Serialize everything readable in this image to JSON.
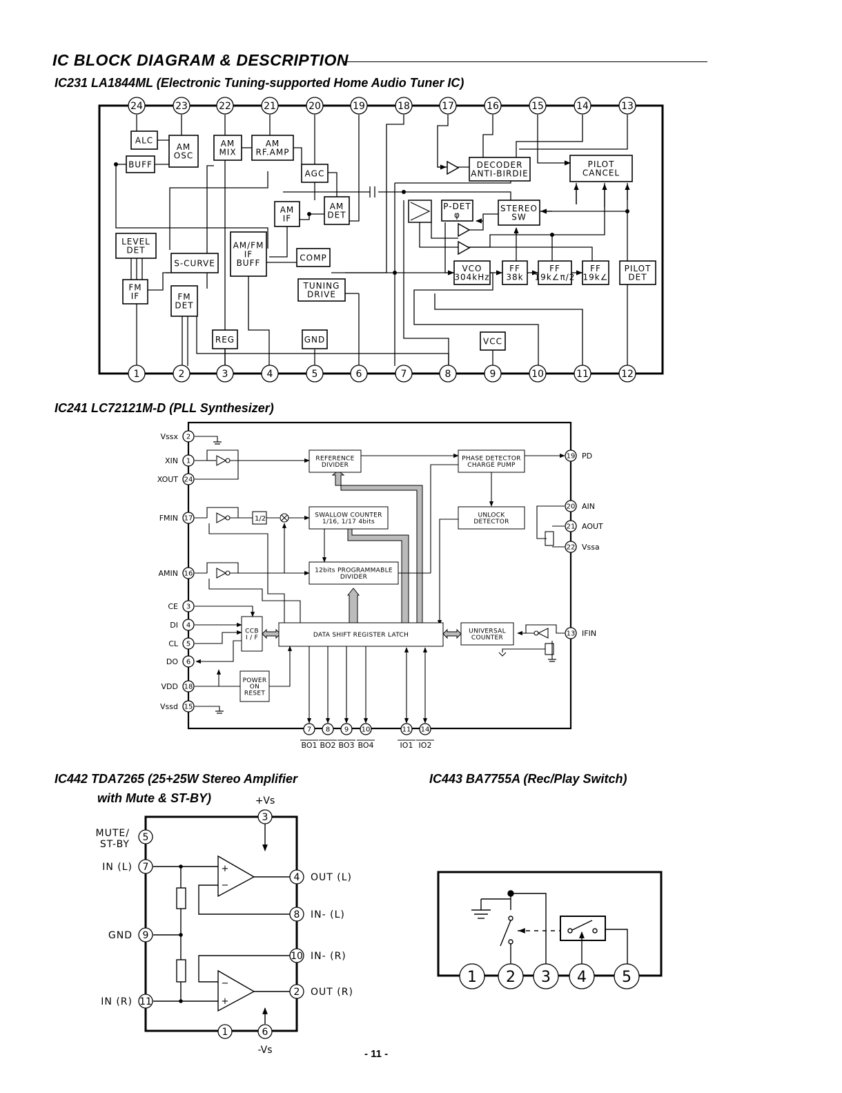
{
  "page": {
    "title": "IC BLOCK DIAGRAM & DESCRIPTION",
    "page_number": "- 11 -"
  },
  "ic231": {
    "heading": "IC231  LA1844ML  (Electronic Tuning-supported Home Audio Tuner IC)",
    "top_pins": [
      "24",
      "23",
      "22",
      "21",
      "20",
      "19",
      "18",
      "17",
      "16",
      "15",
      "14",
      "13"
    ],
    "bottom_pins": [
      "1",
      "2",
      "3",
      "4",
      "5",
      "6",
      "7",
      "8",
      "9",
      "10",
      "11",
      "12"
    ],
    "blocks": {
      "alc": [
        "ALC"
      ],
      "am_osc": [
        "AM",
        "OSC"
      ],
      "buff": [
        "BUFF"
      ],
      "am_mix": [
        "AM",
        "MIX"
      ],
      "am_rf_amp": [
        "AM",
        "RF.AMP"
      ],
      "agc": [
        "AGC"
      ],
      "am_if": [
        "AM",
        "IF"
      ],
      "am_det": [
        "AM",
        "DET"
      ],
      "decoder": [
        "DECODER",
        "ANTI-BIRDIE"
      ],
      "pilot_cancel": [
        "PILOT",
        "CANCEL"
      ],
      "p_det": [
        "P-DET",
        "φ"
      ],
      "stereo_sw": [
        "STEREO",
        "SW"
      ],
      "level_det": [
        "LEVEL",
        "DET"
      ],
      "s_curve": [
        "S-CURVE"
      ],
      "am_fm_if_buff": [
        "AM/FM",
        "IF",
        "BUFF"
      ],
      "comp": [
        "COMP"
      ],
      "tuning_drive": [
        "TUNING",
        "DRIVE"
      ],
      "fm_if": [
        "FM",
        "IF"
      ],
      "fm_det": [
        "FM",
        "DET"
      ],
      "vco": [
        "VCO",
        "304kHz"
      ],
      "ff38": [
        "FF",
        "38k"
      ],
      "ff19a": [
        "FF",
        "19k∠π/2"
      ],
      "ff19b": [
        "FF",
        "19k∠"
      ],
      "pilot_det": [
        "PILOT",
        "DET"
      ],
      "reg": [
        "REG"
      ],
      "gnd": [
        "GND"
      ],
      "vcc": [
        "VCC"
      ]
    }
  },
  "ic241": {
    "heading": "IC241  LC72121M-D  (PLL Synthesizer)",
    "left_pins": [
      {
        "name": "Vssx",
        "num": "2"
      },
      {
        "name": "XIN",
        "num": "1"
      },
      {
        "name": "XOUT",
        "num": "24"
      },
      {
        "name": "FMIN",
        "num": "17"
      },
      {
        "name": "AMIN",
        "num": "16"
      },
      {
        "name": "CE",
        "num": "3"
      },
      {
        "name": "DI",
        "num": "4"
      },
      {
        "name": "CL",
        "num": "5"
      },
      {
        "name": "DO",
        "num": "6"
      },
      {
        "name": "VDD",
        "num": "18"
      },
      {
        "name": "Vssd",
        "num": "15"
      }
    ],
    "right_pins": [
      {
        "name": "PD",
        "num": "19"
      },
      {
        "name": "AIN",
        "num": "20"
      },
      {
        "name": "AOUT",
        "num": "21"
      },
      {
        "name": "Vssa",
        "num": "22"
      },
      {
        "name": "IFIN",
        "num": "13"
      }
    ],
    "bottom_pins": [
      {
        "num": "7",
        "name": "BO1"
      },
      {
        "num": "8",
        "name": "BO2"
      },
      {
        "num": "9",
        "name": "BO3"
      },
      {
        "num": "10",
        "name": "BO4"
      },
      {
        "num": "11",
        "name": "IO1"
      },
      {
        "num": "14",
        "name": "IO2"
      }
    ],
    "blocks": {
      "ref_div": [
        "REFERENCE",
        "DIVIDER"
      ],
      "phase_det": [
        "PHASE DETECTOR",
        "CHARGE PUMP"
      ],
      "swallow": [
        "SWALLOW COUNTER",
        "1/16, 1/17 4bits"
      ],
      "unlock": [
        "UNLOCK",
        "DETECTOR"
      ],
      "prog_div": [
        "12bits PROGRAMMABLE",
        "DIVIDER"
      ],
      "latch": [
        "DATA SHIFT REGISTER LATCH"
      ],
      "ccb": [
        "CCB",
        "I / F"
      ],
      "univ": [
        "UNIVERSAL",
        "COUNTER"
      ],
      "power": [
        "POWER",
        "ON",
        "RESET"
      ],
      "half": [
        "1/2"
      ]
    }
  },
  "ic442": {
    "heading_line1": "IC442  TDA7265  (25+25W Stereo Amplifier",
    "heading_line2": "with Mute & ST-BY)",
    "vs_plus": "+Vs",
    "vs_minus": "-Vs",
    "left_pins": [
      {
        "name": "MUTE/\nST-BY",
        "num": "5"
      },
      {
        "name": "IN (L)",
        "num": "7"
      },
      {
        "name": "GND",
        "num": "9"
      },
      {
        "name": "IN (R)",
        "num": "11"
      }
    ],
    "right_pins": [
      {
        "name": "OUT (L)",
        "num": "4"
      },
      {
        "name": "IN- (L)",
        "num": "8"
      },
      {
        "name": "IN- (R)",
        "num": "10"
      },
      {
        "name": "OUT (R)",
        "num": "2"
      }
    ],
    "top_pin": "3",
    "bottom_pins": [
      "1",
      "6"
    ],
    "mute_label_1": "MUTE/",
    "mute_label_2": "ST-BY",
    "plus": "+",
    "minus": "−"
  },
  "ic443": {
    "heading": "IC443  BA7755A  (Rec/Play Switch)",
    "pins": [
      "1",
      "2",
      "3",
      "4",
      "5"
    ]
  }
}
